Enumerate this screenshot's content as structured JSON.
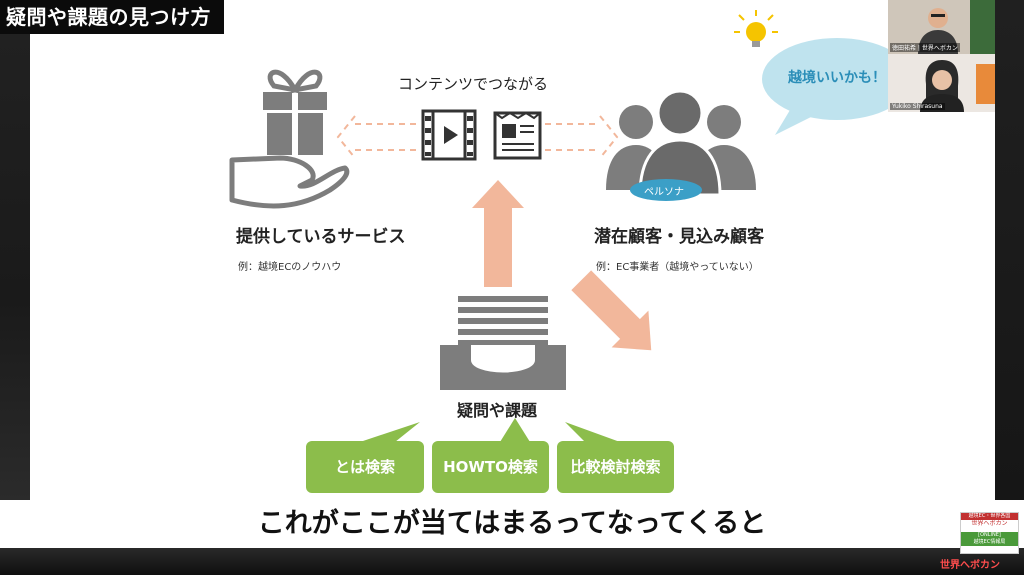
{
  "video_title": "疑問や課題の見つけ方",
  "subtitle": "これがここが当てはまるってなってくると",
  "slide": {
    "connect_label": "コンテンツでつながる",
    "left_label": "提供しているサービス",
    "left_example": "例：越境ECのノウハウ",
    "right_label": "潜在顧客・見込み顧客",
    "right_example": "例：EC事業者（越境やっていない）",
    "persona": "ペルソナ",
    "center_label": "疑問や課題",
    "pills": [
      "とは検索",
      "HOWTO検索",
      "比較検討検索"
    ],
    "accent_color": "#f2b79b",
    "pill_color": "#8cbd4b",
    "icon_color": "#7d7d7d"
  },
  "overlay": {
    "speech_bubble": "越境いいかも！",
    "webcam_top_name": "徳田祐希 | 世界へボカン",
    "webcam_bottom_name": "Yukiko Shirasuna",
    "logo_top_text": "越境EC・世界各国",
    "logo_line1": "世界へボカン",
    "logo_line2": "[ONLINE]",
    "logo_line3": "越境EC情報局",
    "channel_name": "世界へボカン"
  }
}
